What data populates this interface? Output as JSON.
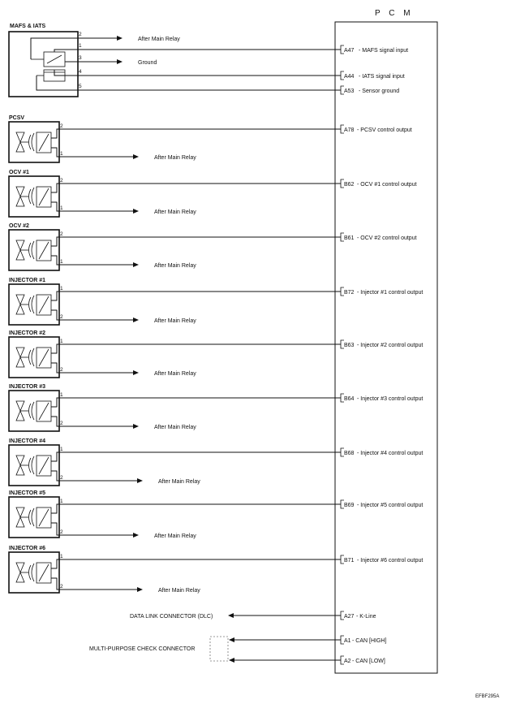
{
  "pcm": {
    "title": "P C M"
  },
  "mafs": {
    "title": "MAFS & IATS",
    "pins": [
      "2",
      "1",
      "3",
      "4",
      "5"
    ],
    "wire_labels": [
      "After Main Relay",
      "Ground"
    ],
    "terminals": [
      {
        "code": "A47",
        "label": "- MAFS signal input"
      },
      {
        "code": "A44",
        "label": "- IATS signal input"
      },
      {
        "code": "A53",
        "label": "- Sensor ground"
      }
    ]
  },
  "components": [
    {
      "title": "PCSV",
      "top_pin": "2",
      "bottom_pin": "1",
      "relay": "After Main Relay",
      "code": "A78",
      "output": "- PCSV control output"
    },
    {
      "title": "OCV #1",
      "top_pin": "2",
      "bottom_pin": "1",
      "relay": "After Main Relay",
      "code": "B62",
      "output": "- OCV #1 control output"
    },
    {
      "title": "OCV #2",
      "top_pin": "2",
      "bottom_pin": "1",
      "relay": "After Main Relay",
      "code": "B61",
      "output": "- OCV #2 control output"
    },
    {
      "title": "INJECTOR #1",
      "top_pin": "1",
      "bottom_pin": "2",
      "relay": "After Main Relay",
      "code": "B72",
      "output": "- Injector #1 control output"
    },
    {
      "title": "INJECTOR #2",
      "top_pin": "1",
      "bottom_pin": "2",
      "relay": "After Main Relay",
      "code": "B63",
      "output": "- Injector #2 control output"
    },
    {
      "title": "INJECTOR #3",
      "top_pin": "1",
      "bottom_pin": "2",
      "relay": "After Main Relay",
      "code": "B64",
      "output": "- Injector #3 control output"
    },
    {
      "title": "INJECTOR #4",
      "top_pin": "1",
      "bottom_pin": "2",
      "relay": "After Main Relay",
      "code": "B68",
      "output": "- Injector #4 control output"
    },
    {
      "title": "INJECTOR #5",
      "top_pin": "1",
      "bottom_pin": "2",
      "relay": "After Main Relay",
      "code": "B69",
      "output": "- Injector #5 control output"
    },
    {
      "title": "INJECTOR #6",
      "top_pin": "1",
      "bottom_pin": "2",
      "relay": "After Main Relay",
      "code": "B71",
      "output": "- Injector #6 control output"
    }
  ],
  "dlc": {
    "label": "DATA LINK CONNECTOR (DLC)",
    "code": "A27",
    "output": "- K-Line"
  },
  "mpcc": {
    "label": "MULTI-PURPOSE CHECK CONNECTOR",
    "terminals": [
      {
        "code": "A1",
        "label": "- CAN [HIGH]"
      },
      {
        "code": "A2",
        "label": "- CAN [LOW]"
      }
    ]
  },
  "figure_ref": "EFBF295A"
}
